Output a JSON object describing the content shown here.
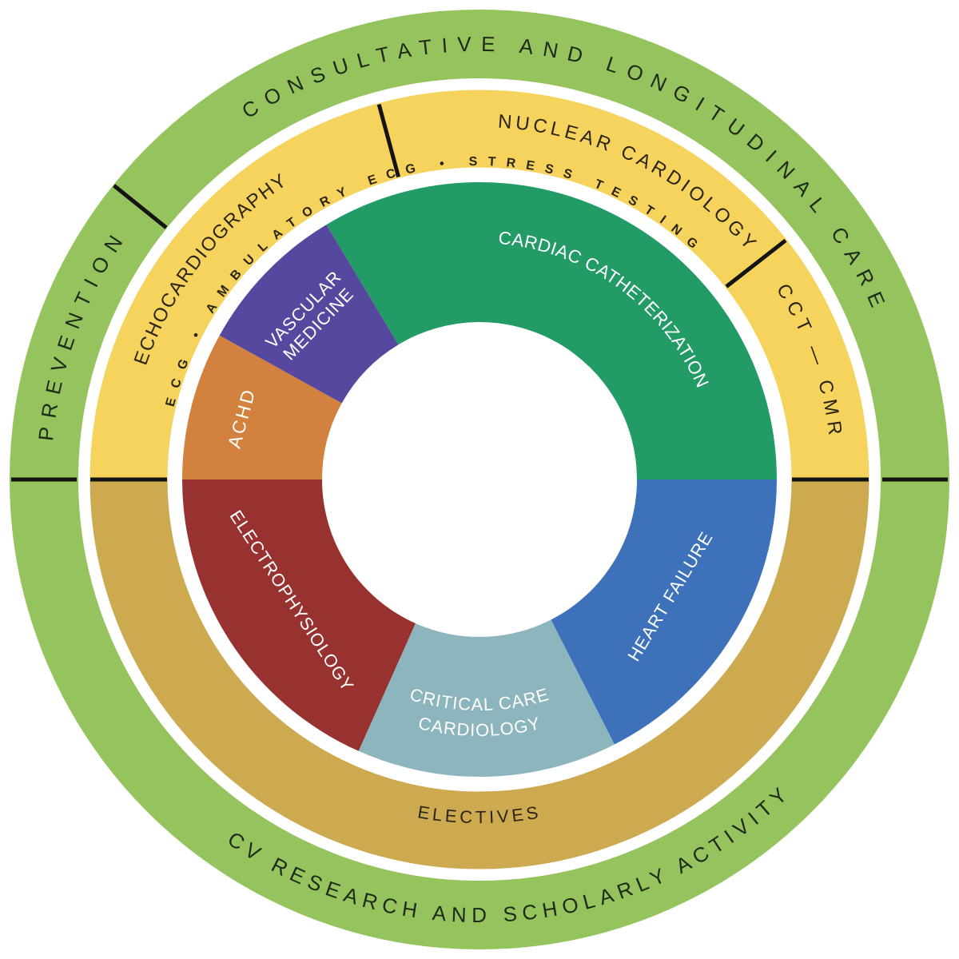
{
  "figure": {
    "background": "#ffffff",
    "divider_color": "#141414",
    "outer_ring": {
      "color": "#95c35e",
      "text_color": "#1f2b18",
      "labels": {
        "top": "CONSULTATIVE AND LONGITUDINAL CARE",
        "left": "PREVENTION",
        "bottom": "CV RESEARCH AND SCHOLARLY ACTIVITY"
      }
    },
    "middle_ring": {
      "top_color": "#f5d35d",
      "bottom_color": "#cda950",
      "text_color": "#2a2516",
      "labels": {
        "upper_left": "ECHOCARDIOGRAPHY",
        "top": "NUCLEAR CARDIOLOGY",
        "right": "CCT — CMR",
        "bottom": "ELECTIVES",
        "inner_arc": "ECG • AMBULATORY ECG • STRESS TESTING"
      }
    },
    "inner_wheel": {
      "text_color": "#ffffff",
      "segments": [
        {
          "name": "cardiac-catheterization",
          "label": "CARDIAC CATHETERIZATION",
          "color": "#239b66"
        },
        {
          "name": "heart-failure",
          "label": "HEART FAILURE",
          "color": "#3d72ba"
        },
        {
          "name": "critical-care-cardiology",
          "label_line1": "CRITICAL CARE",
          "label_line2": "CARDIOLOGY",
          "color": "#8db5bd"
        },
        {
          "name": "electrophysiology",
          "label": "ELECTROPHYSIOLOGY",
          "color": "#983230"
        },
        {
          "name": "achd",
          "label": "ACHD",
          "color": "#d2823e"
        },
        {
          "name": "vascular-medicine",
          "label_line1": "VASCULAR",
          "label_line2": "MEDICINE",
          "color": "#57489f"
        }
      ]
    }
  }
}
